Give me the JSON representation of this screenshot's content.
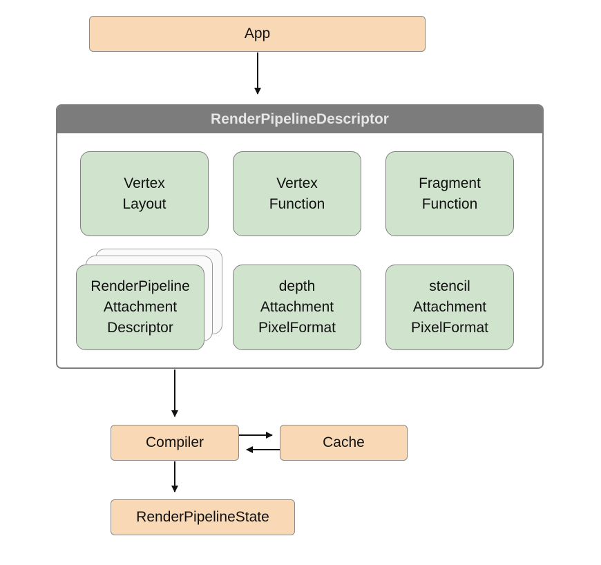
{
  "nodes": {
    "app": "App",
    "descriptor_title": "RenderPipelineDescriptor",
    "vertex_layout": "Vertex\nLayout",
    "vertex_function": "Vertex\nFunction",
    "fragment_function": "Fragment\nFunction",
    "attachment_descriptor": "RenderPipeline\nAttachment\nDescriptor",
    "depth_pixel_format": "depth\nAttachment\nPixelFormat",
    "stencil_pixel_format": "stencil\nAttachment\nPixelFormat",
    "compiler": "Compiler",
    "cache": "Cache",
    "pipeline_state": "RenderPipelineState"
  },
  "colors": {
    "orange_fill": "#f8d8b5",
    "green_fill": "#cfe3cd",
    "header_fill": "#7c7c7c",
    "header_text": "#e6e6e6",
    "stroke": "#7f7f7f"
  }
}
